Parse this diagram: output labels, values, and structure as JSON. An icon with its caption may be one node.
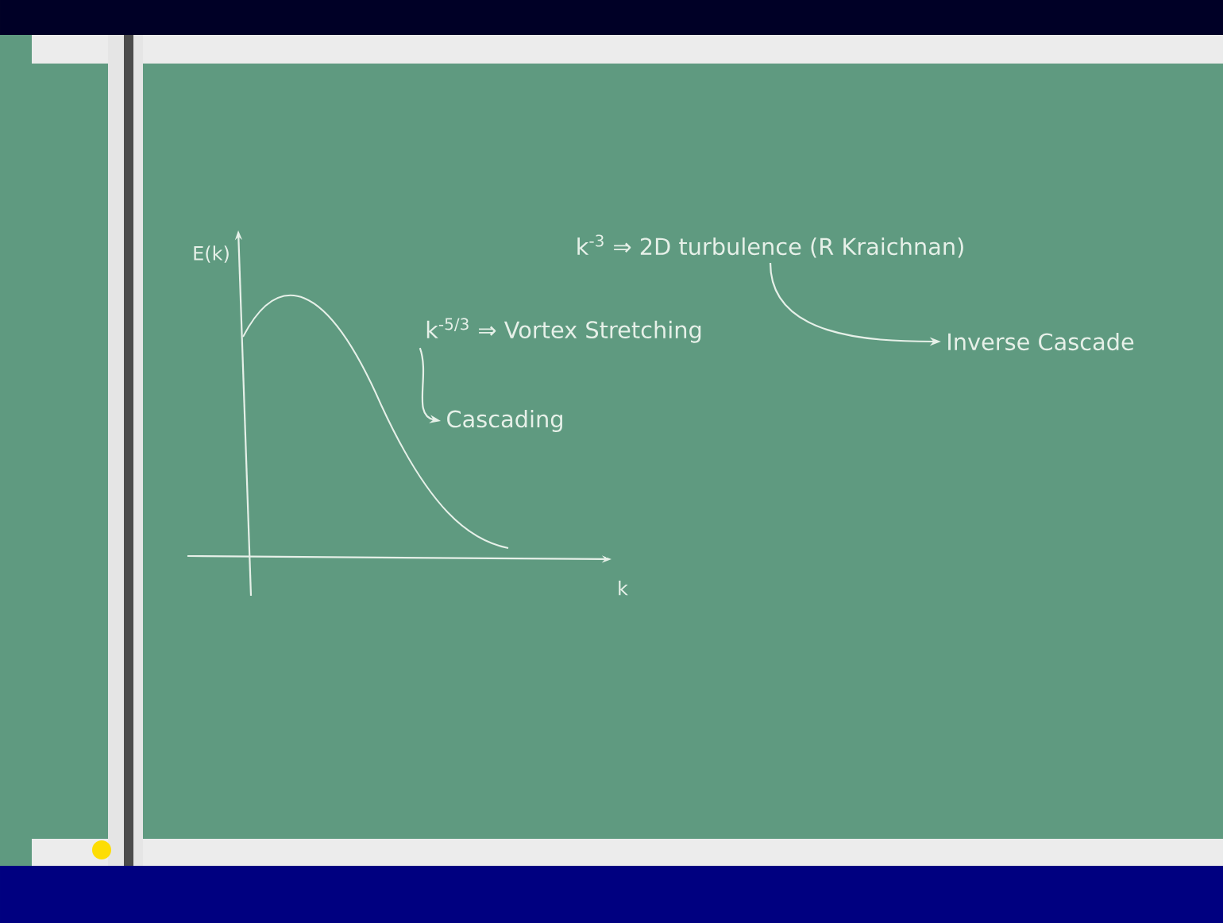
{
  "diagram": {
    "nodes": [
      {
        "text": [
          "k$^{-3}$ ⇒ 2D turbulence (R Kraichnan)"
        ]
      },
      {
        "text": [
          "Inverse Cascade"
        ]
      },
      {
        "text": [
          "k$^{-5/3}$ ⇒ Vortex Stretching"
        ]
      },
      {
        "text": [
          "Cascading"
        ]
      }
    ],
    "edges": [
      {
        "from": 0,
        "to": 1,
        "arrow": "to"
      },
      {
        "from": 2,
        "to": 3,
        "arrow": "to"
      }
    ],
    "labels": [
      "E(k)",
      "k"
    ]
  }
}
